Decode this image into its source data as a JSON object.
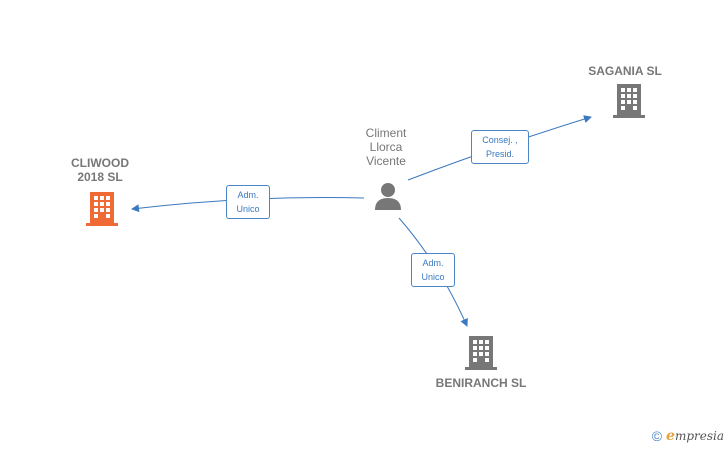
{
  "colors": {
    "edge": "#3a78c0",
    "company_main": "#f06a35",
    "company": "#777777",
    "person": "#777777"
  },
  "nodes": {
    "person": {
      "label": "Climent\nLlorca\nVicente",
      "icon": "person-icon"
    },
    "cliwood": {
      "label": "CLIWOOD\n2018  SL",
      "icon": "building-icon"
    },
    "sagania": {
      "label": "SAGANIA  SL",
      "icon": "building-icon"
    },
    "beniranch": {
      "label": "BENIRANCH SL",
      "icon": "building-icon"
    }
  },
  "edges": {
    "to_cliwood": "Adm.\nUnico",
    "to_sagania": "Consej. ,\nPresid.",
    "to_beniranch": "Adm.\nUnico"
  },
  "footer": {
    "copyright": "©",
    "brand_initial": "e",
    "brand_rest": "mpresia"
  }
}
